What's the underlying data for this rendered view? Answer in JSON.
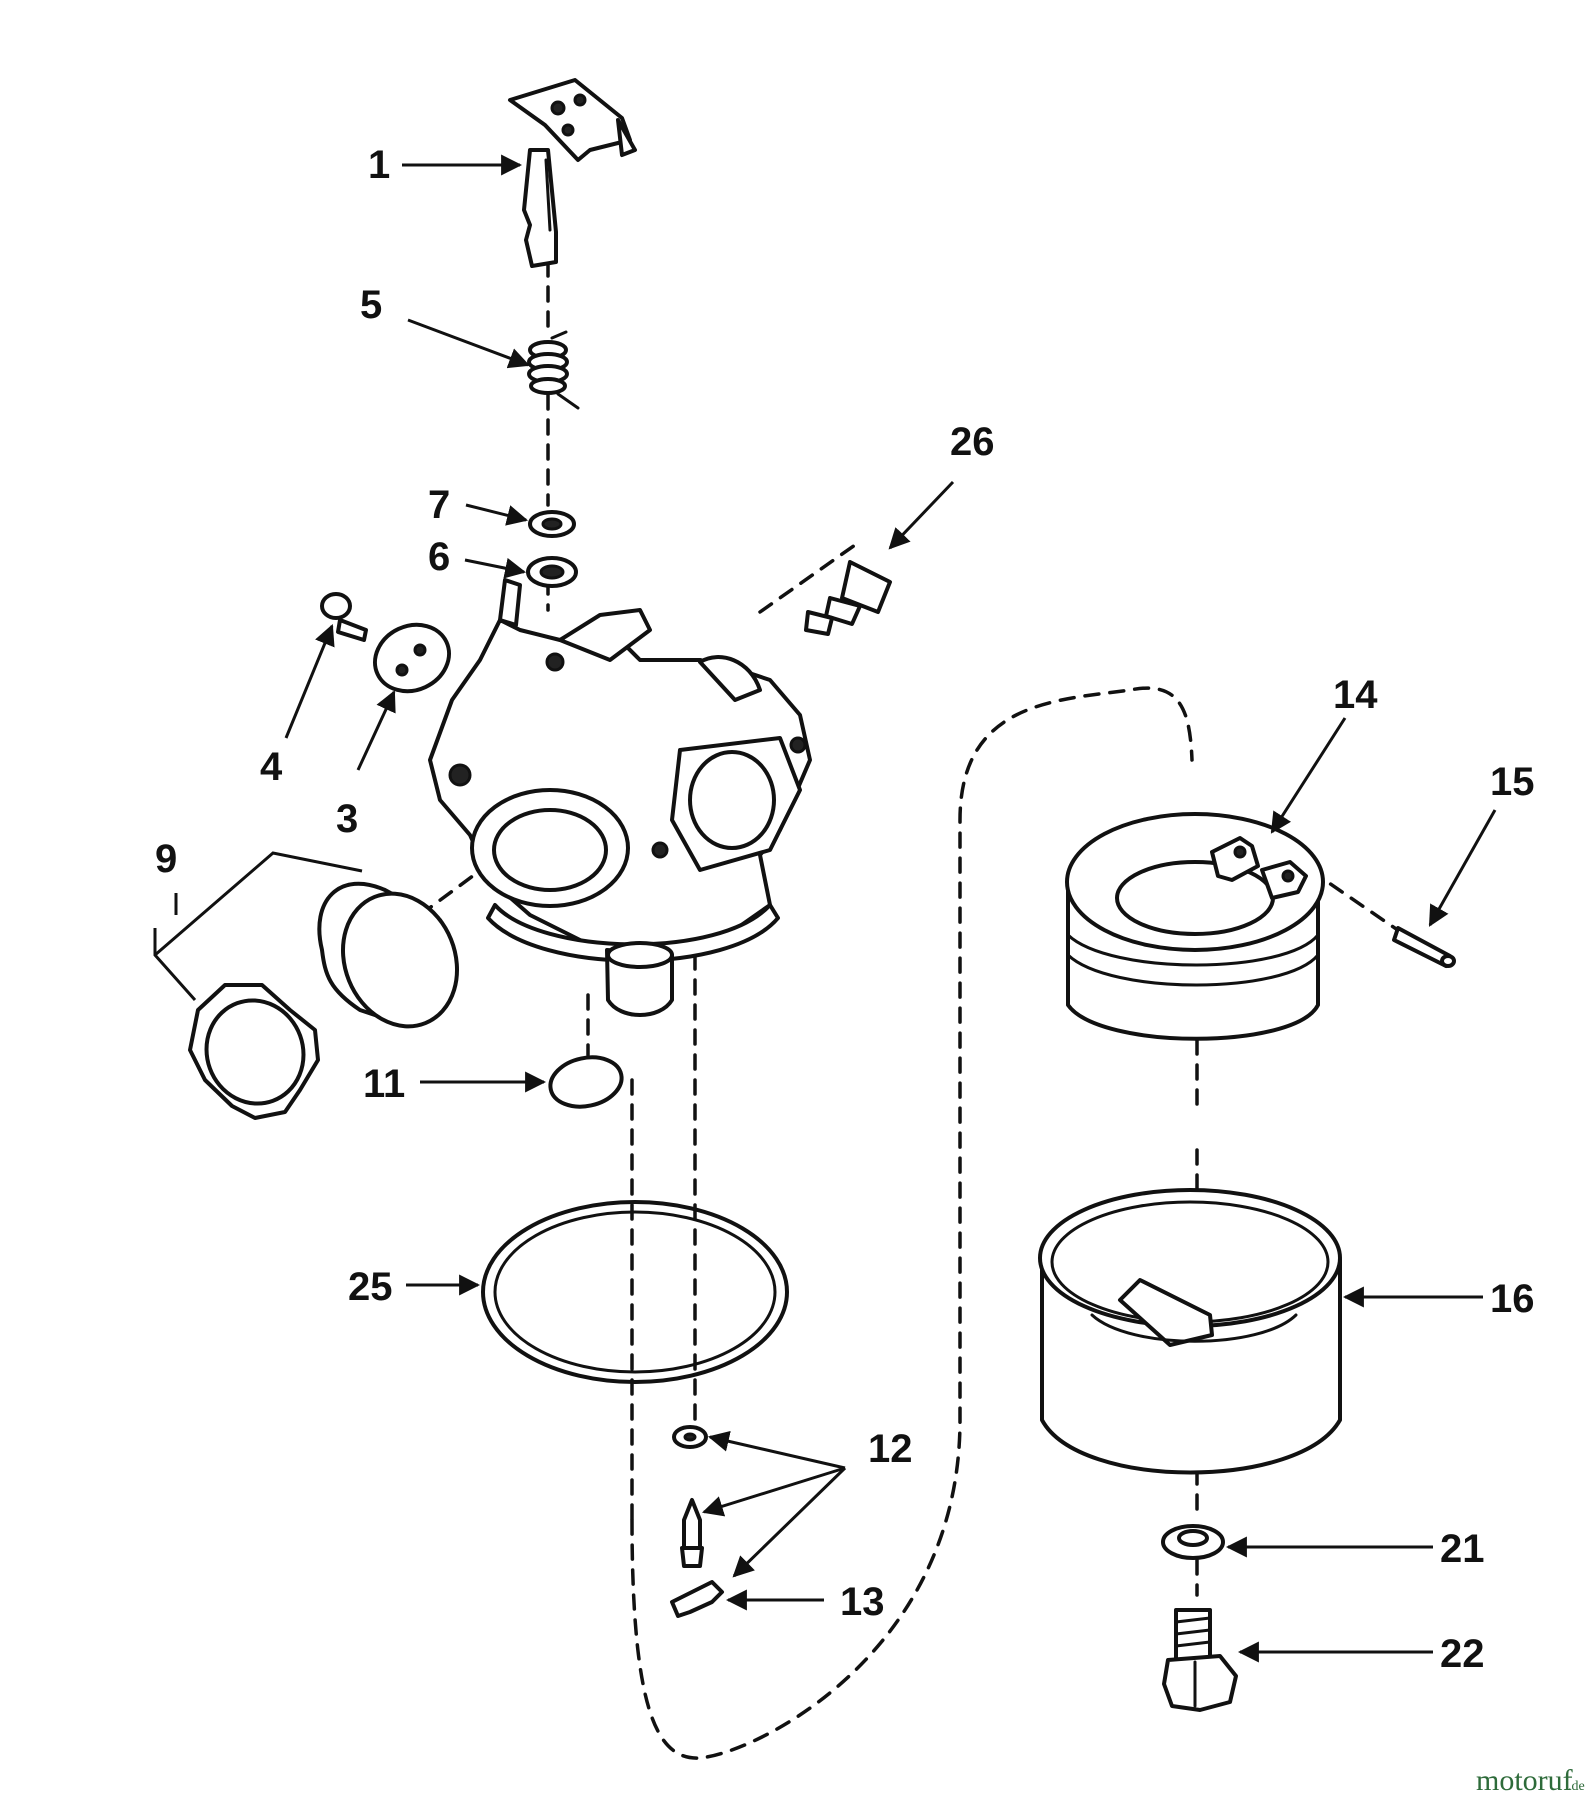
{
  "diagram": {
    "callouts": [
      "1",
      "5",
      "26",
      "7",
      "6",
      "4",
      "3",
      "9",
      "14",
      "15",
      "11",
      "25",
      "16",
      "12",
      "21",
      "13",
      "22"
    ]
  },
  "watermark": {
    "brand": "motoruf",
    "suffix": ".de",
    "color": "#2e6b3a"
  }
}
